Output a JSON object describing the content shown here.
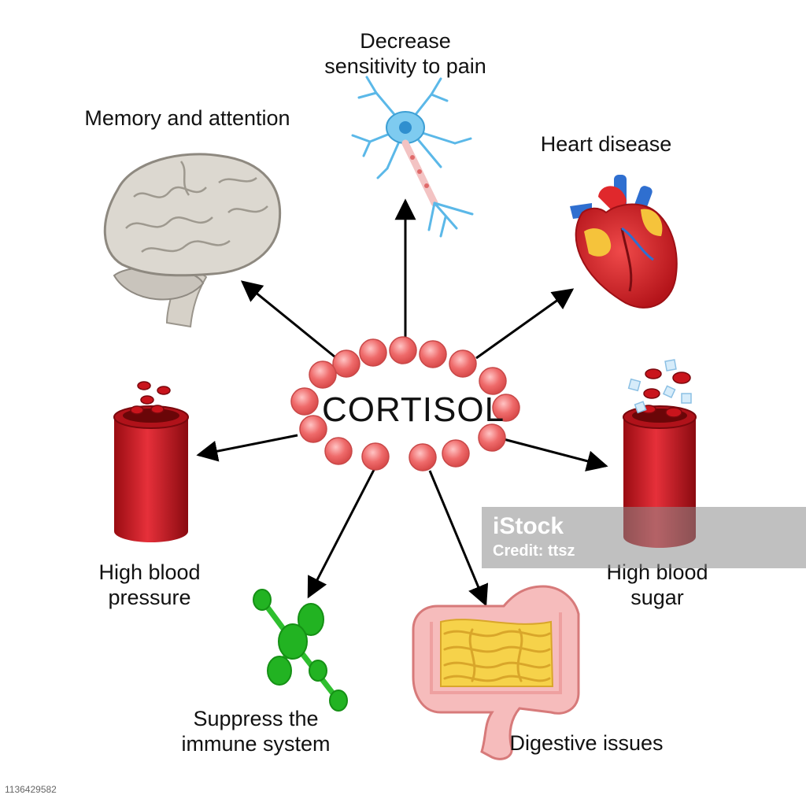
{
  "center": {
    "label": "CORTISOL"
  },
  "effects": {
    "memory": "Memory and attention",
    "pain": [
      "Decrease",
      "sensitivity to pain"
    ],
    "heart": "Heart disease",
    "pressure": [
      "High blood",
      "pressure"
    ],
    "sugar": [
      "High blood",
      "sugar"
    ],
    "immune": [
      "Suppress the",
      "immune system"
    ],
    "digestive": "Digestive issues"
  },
  "watermark": {
    "brand": "iStock",
    "credit": "Credit: ttsz"
  },
  "stock_id": "1136429582",
  "icons": [
    "brain-icon",
    "neuron-icon",
    "heart-icon",
    "blood-vessel-icon",
    "blood-vessel-sugar-icon",
    "antibody-icon",
    "intestines-icon",
    "arrow-icon"
  ],
  "colors": {
    "molecule": "#ef6b6b",
    "vessel": "#c8141e",
    "immune": "#2fbf2f",
    "heart": "#d81e1e",
    "brain": "#d9d6cf",
    "neuron": "#5bb8e8",
    "intestine": "#f4b5b5",
    "small_intestine": "#f6d24a"
  }
}
